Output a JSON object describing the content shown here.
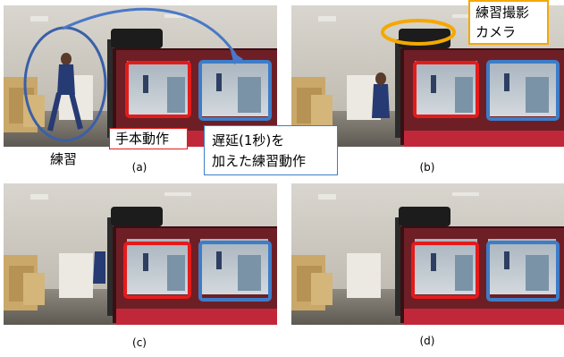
{
  "panels": [
    {
      "label": "(a)"
    },
    {
      "label": "(b)"
    },
    {
      "label": "(c)"
    },
    {
      "label": "(d)"
    }
  ],
  "annotations": {
    "practice": "練習",
    "model_motion": "手本動作",
    "delayed_line1": "遅延(1秒)を",
    "delayed_line2": "加えた練習動作",
    "camera_line1": "練習撮影",
    "camera_line2": "カメラ"
  },
  "colors": {
    "red_frame": "#e41b1b",
    "blue_frame": "#3d7dc8",
    "circle_blue": "#3a5fa8",
    "arrow_blue": "#4a78c8",
    "camera_ring": "#f5a800"
  }
}
